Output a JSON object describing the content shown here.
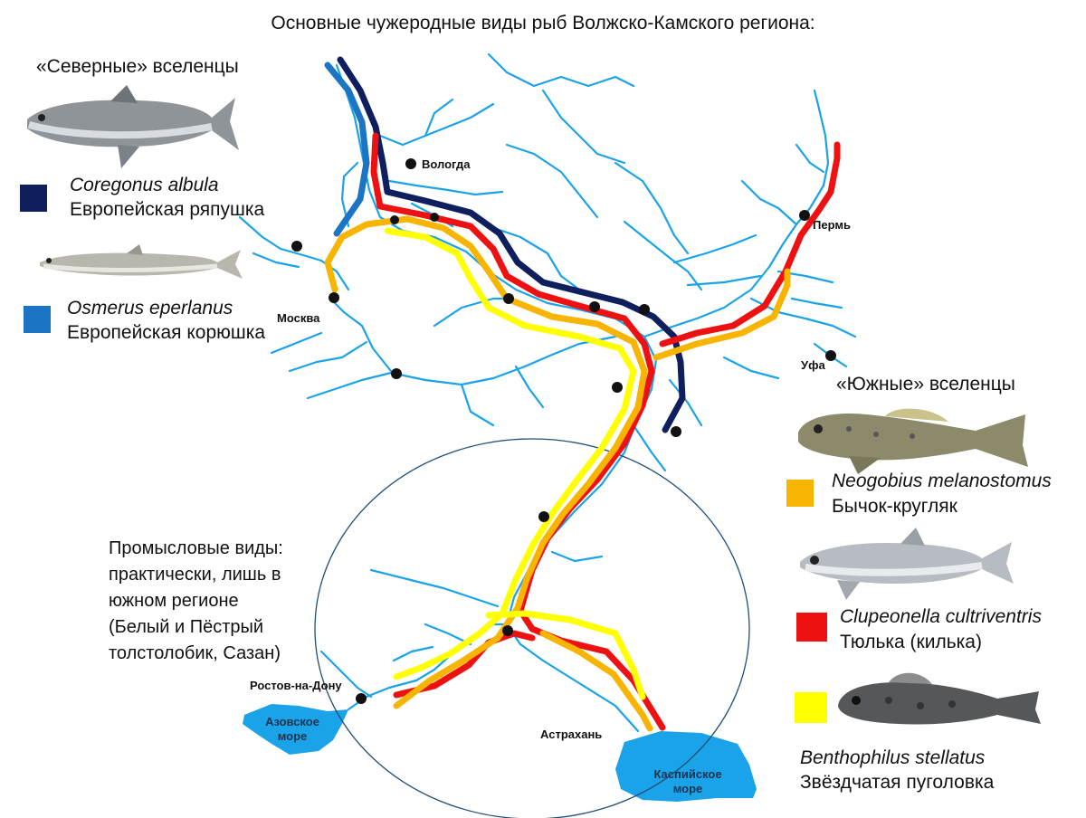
{
  "title": "Основные чужеродные виды рыб Волжско-Камского региона:",
  "north": {
    "heading": "«Северные» вселенцы",
    "species": [
      {
        "latin": "Coregonus albula",
        "common": "Европейская ряпушка",
        "color": "#0f1f5e",
        "icon": "vendace-fish-icon"
      },
      {
        "latin": "Osmerus eperlanus",
        "common": "Европейская корюшка",
        "color": "#1b74c4",
        "icon": "smelt-fish-icon"
      }
    ]
  },
  "south": {
    "heading": "«Южные» вселенцы",
    "species": [
      {
        "latin": "Neogobius melanostomus",
        "common": "Бычок-кругляк",
        "color": "#f7b400",
        "icon": "round-goby-fish-icon"
      },
      {
        "latin": "Clupeonella cultriventris",
        "common": "Тюлька (килька)",
        "color": "#ee1111",
        "icon": "kilka-fish-icon"
      },
      {
        "latin": "Benthophilus stellatus",
        "common": "Звёздчатая пуголовка",
        "color": "#ffff00",
        "icon": "starry-goby-fish-icon"
      }
    ]
  },
  "commercial_note": [
    "Промысловые виды:",
    "практически, лишь в",
    "южном регионе",
    "(Белый и Пёстрый",
    "толстолобик, Сазан)"
  ],
  "cities": {
    "vologda": "Вологда",
    "moscow": "Москва",
    "perm": "Пермь",
    "ufa": "Уфа",
    "rostov": "Ростов-на-Дону",
    "astrakhan": "Астрахань"
  },
  "seas": {
    "azov": [
      "Азовское",
      "море"
    ],
    "caspian": [
      "Каспийское",
      "море"
    ]
  },
  "colors": {
    "river": "#1aa3e8",
    "sea": "#1aa3e8",
    "circle": "#1f4e79"
  }
}
